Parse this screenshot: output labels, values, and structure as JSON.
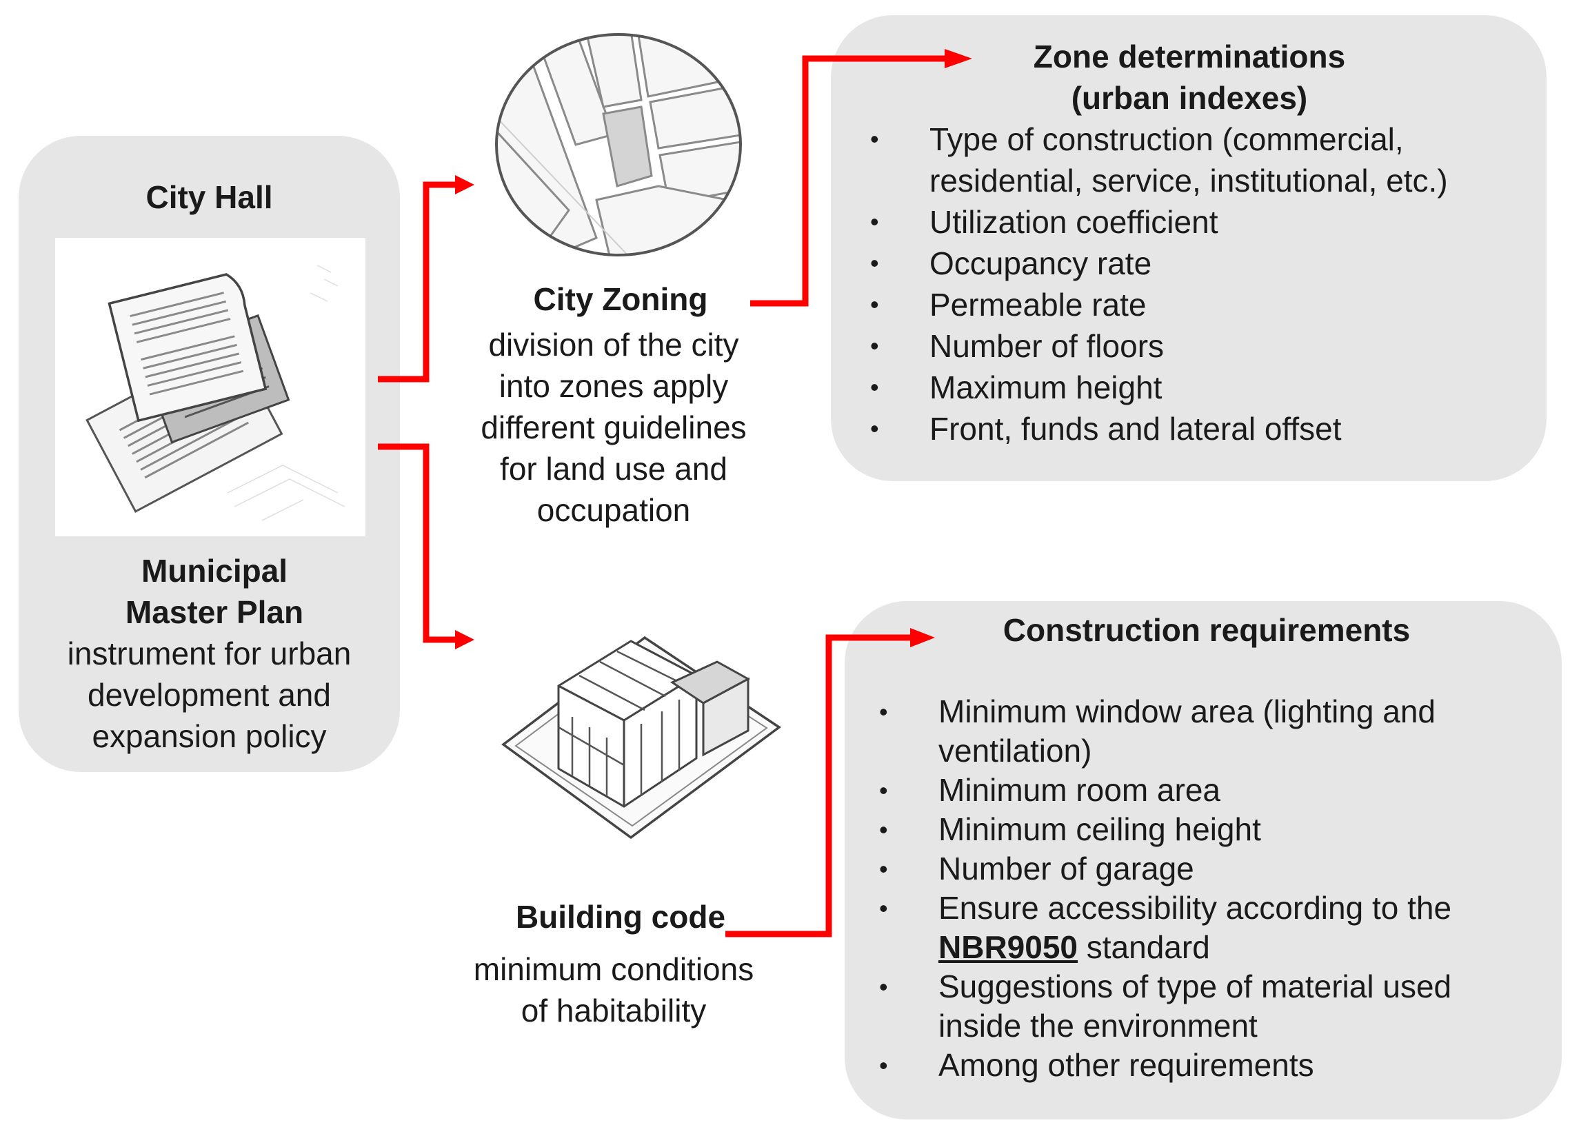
{
  "city_hall": {
    "title": "City Hall",
    "plan_title_line1": "Municipal",
    "plan_title_line2": "Master Plan",
    "plan_desc_line1": "instrument for urban",
    "plan_desc_line2": "development and",
    "plan_desc_line3": "expansion policy"
  },
  "city_zoning": {
    "title": "City Zoning",
    "desc_line1": "division of the city",
    "desc_line2": "into zones apply",
    "desc_line3": "different guidelines",
    "desc_line4": "for land use and",
    "desc_line5": "occupation"
  },
  "building_code": {
    "title": "Building code",
    "desc_line1": "minimum conditions",
    "desc_line2": "of habitability"
  },
  "zone_determinations": {
    "title_line1": "Zone determinations",
    "title_line2": "(urban indexes)",
    "items": [
      "Type of construction (commercial, residential, service, institutional, etc.)",
      "Utilization coefficient",
      "Occupancy rate",
      "Permeable rate",
      "Number of floors",
      "Maximum height",
      "Front, funds and lateral offset"
    ]
  },
  "construction_requirements": {
    "title": "Construction requirements",
    "items": [
      "Minimum window area (lighting and ventilation)",
      "Minimum room area",
      "Minimum ceiling height",
      "Number of garage",
      "Ensure accessibility according to the",
      "Suggestions of type of material used inside the environment",
      "Among other requirements"
    ],
    "standard_code": "NBR9050",
    "standard_suffix": " standard"
  },
  "colors": {
    "panel": "#e6e6e6",
    "arrow": "#ff0000",
    "text": "#1a1a1a"
  }
}
